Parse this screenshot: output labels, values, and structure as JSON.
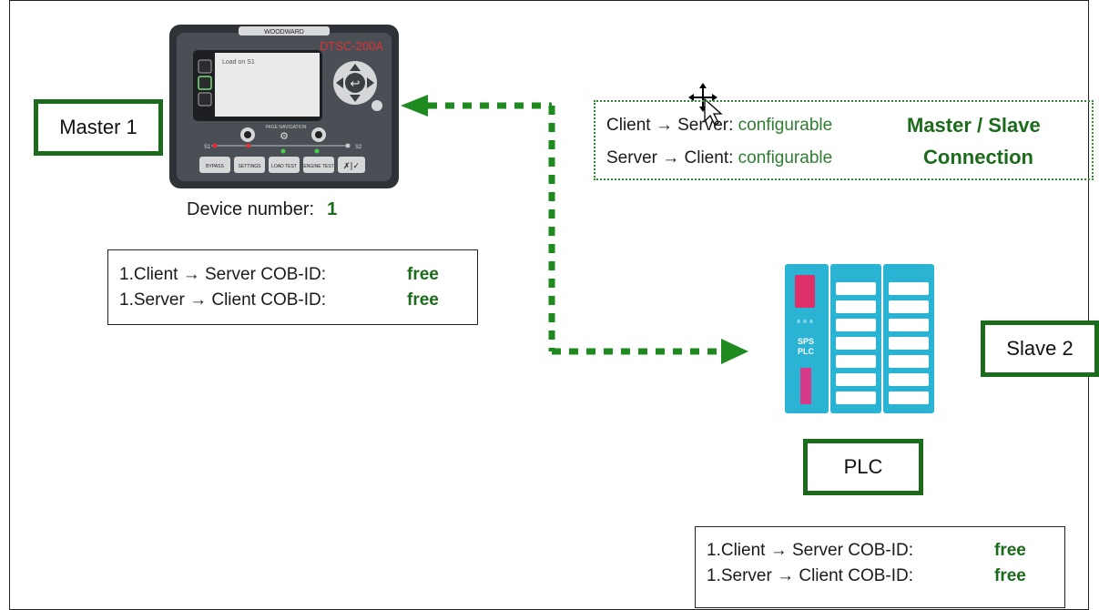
{
  "master": {
    "label": "Master 1",
    "device_brand": "WOODWARD",
    "device_model": "DTSC-200A",
    "screen_text": "Load on S1",
    "nav_label": "PAGE NAVIGATION",
    "s1": "S1",
    "s2": "S2",
    "buttons": [
      "BYPASS",
      "SETTINGS",
      "LOAD TEST",
      "ENGINE TEST"
    ],
    "device_number_label": "Device number:",
    "device_number": "1"
  },
  "master_cobid": {
    "rows": [
      {
        "label": "1.Client → Server COB-ID:",
        "value": "free"
      },
      {
        "label": "1.Server → Client COB-ID:",
        "value": "free"
      }
    ]
  },
  "connection": {
    "line1_prefix": "Client → Server:",
    "line1_value": "configurable",
    "line2_prefix": "Server → Client:",
    "line2_value": "configurable",
    "title_line1": "Master / Slave",
    "title_line2": "Connection"
  },
  "slave": {
    "label": "Slave 2",
    "plc_label": "PLC",
    "plc_text_1": "SPS",
    "plc_text_2": "PLC"
  },
  "slave_cobid": {
    "rows": [
      {
        "label": "1.Client → Server COB-ID:",
        "value": "free"
      },
      {
        "label": "1.Server → Client COB-ID:",
        "value": "free"
      }
    ]
  },
  "colors": {
    "green_dark": "#1c6b1c",
    "green_arrow": "#2e8b2e",
    "plc_teal": "#2bb3d3"
  }
}
